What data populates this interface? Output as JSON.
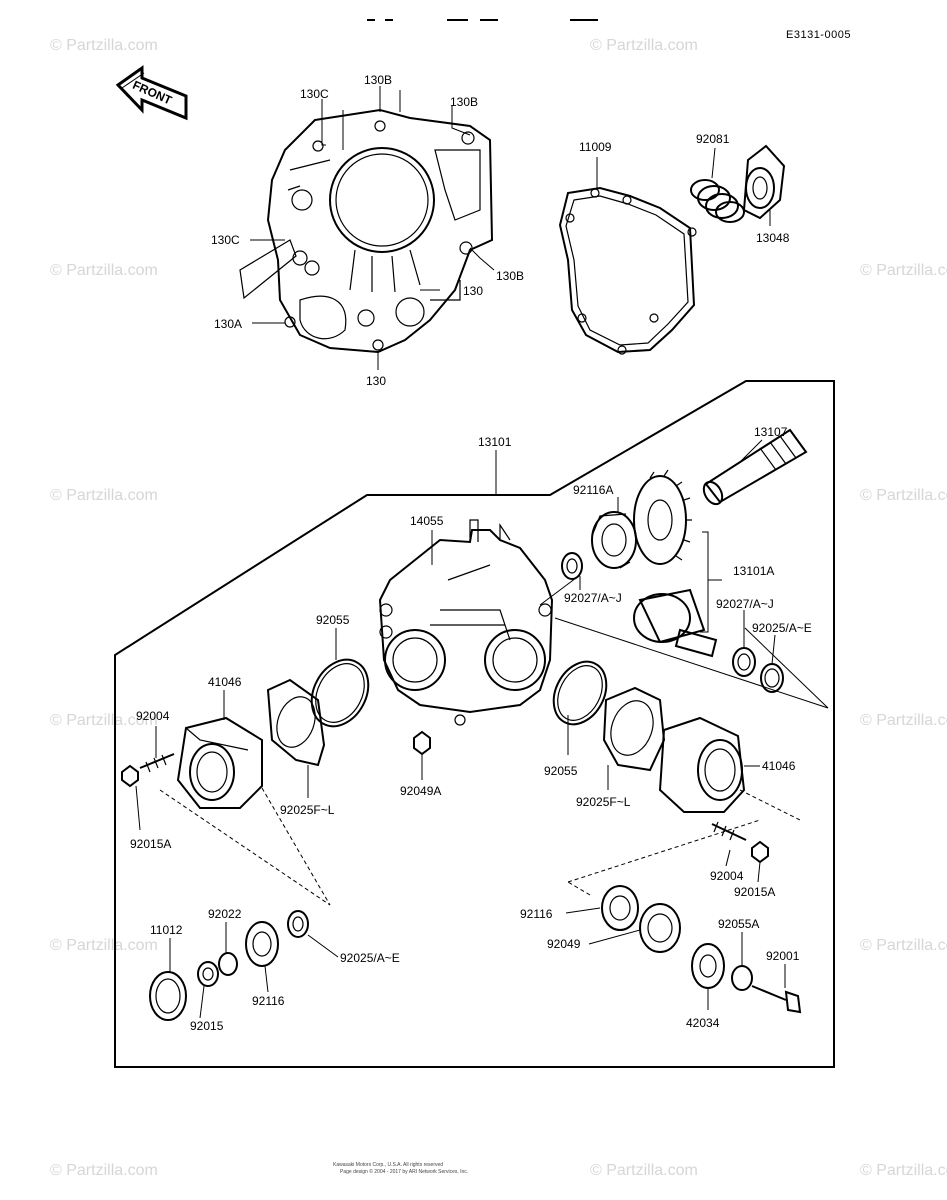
{
  "diagram_code": "E3131-0005",
  "front_label": "FRONT",
  "watermark": "© Partzilla.com",
  "footer": {
    "line1": "Kawasaki Motors Corp., U.S.A. All rights reserved",
    "line2": "Page design © 2004 - 2017 by ARI Network Services, Inc."
  },
  "labels": {
    "l130C_top": "130C",
    "l130B_top": "130B",
    "l130B_right": "130B",
    "l130C_left": "130C",
    "l130B_lower": "130B",
    "l130_mid": "130",
    "l130A": "130A",
    "l130_bottom": "130",
    "l11009": "11009",
    "l92081": "92081",
    "l13048": "13048",
    "l13107": "13107",
    "l13101": "13101",
    "l92116A": "92116A",
    "l14055": "14055",
    "l13101A": "13101A",
    "l92027AJ_left": "92027/A~J",
    "l92027AJ_right": "92027/A~J",
    "l92025AE_right": "92025/A~E",
    "l92055_left": "92055",
    "l41046_left": "41046",
    "l92004_left": "92004",
    "l92025FL_left": "92025F~L",
    "l92015A_left": "92015A",
    "l92049A": "92049A",
    "l92055_right": "92055",
    "l92025FL_right": "92025F~L",
    "l41046_right": "41046",
    "l92004_right": "92004",
    "l92015A_right": "92015A",
    "l92116_right": "92116",
    "l92049": "92049",
    "l92055A": "92055A",
    "l92001": "92001",
    "l42034": "42034",
    "l11012": "11012",
    "l92022": "92022",
    "l92025AE_left": "92025/A~E",
    "l92015": "92015",
    "l92116_left": "92116"
  }
}
